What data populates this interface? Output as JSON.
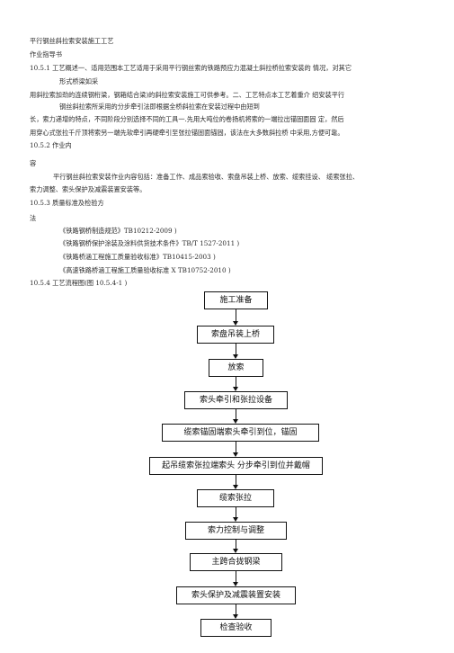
{
  "document": {
    "title": "平行钢丝斜拉索安装施工工艺",
    "subtitle": "作业指导书",
    "lines": [
      "10.5.1 工艺概述一、适用范围本工艺适用于采用平行钢丝索的铁路预应力混凝土斜拉桥拉索安装的  情况，对其它",
      "形式桥梁如采",
      "用斜拉索加劲的连续钢桁梁，钢箱结合梁)的斜拉索安装施工可供参考。二、工艺特点本工艺着重介  绍安装平行",
      "钢丝斜拉索所采用的分步牵引法即根据全桥斜拉索在安装过程中由短到",
      "长，索力递增的特点，不同阶段分别选择不同的工具一.先用大吨位的卷扬机将索的一端拉出锚固面固  定，然后",
      "用穿心式张拉千斤顶将索另一端先软牵引再硬牵引至张拉锚固面锚固，该法在大多数斜拉桥  中采用,方便可靠。",
      "10.5.2 作业内",
      "容",
      "平行钢丝斜拉索安装作业内容包括：准备工作、成品索验收、索盘吊装上桥、放索、缆索挂设、  缆索张拉、",
      "索力调整、索头保护及减震装置安装等。",
      "10.5.3 质量标准及检验方",
      "法",
      "《铁路钢桥制造规范》TB10212-2009 )",
      "《铁路钢桥保护涂装及涂料供货技术条件》TB/T 1527-2011 )",
      "《铁路桥涵工程施工质量验收标准》TB10415-2003 )",
      "《高速铁路桥涵工程施工质量验收标准 X TB10752-2010 )",
      "10.5.4 工艺流程图(图 10.5.4-1 )"
    ]
  },
  "flowchart": {
    "steps": [
      "施工准备",
      "索盘吊装上桥",
      "放索",
      "索头牵引和张拉设备",
      "缆索锚固端索头牵引到位，锚固",
      "起吊缆索张拉端索头 分步牵引到位并戴帽",
      "缆索张拉",
      "索力控制与调整",
      "主跨合拢钢梁",
      "索头保护及减震装置安装",
      "检查验收"
    ]
  }
}
